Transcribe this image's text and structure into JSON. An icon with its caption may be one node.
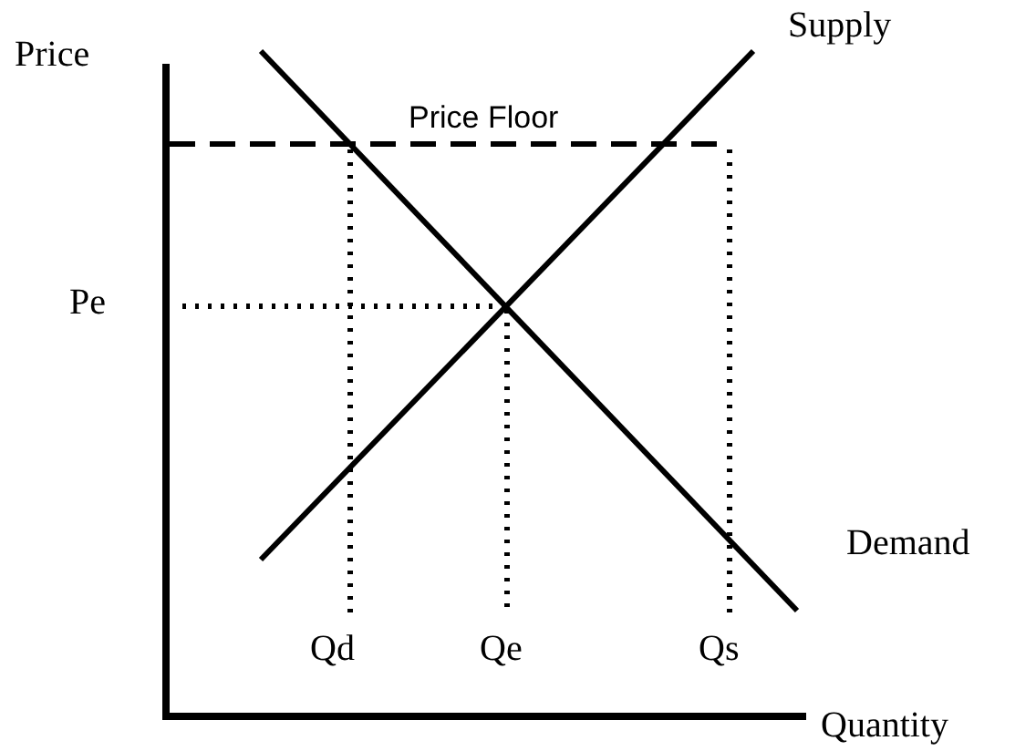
{
  "diagram": {
    "labels": [
      "Price",
      "Supply",
      "Price Floor",
      "Pe",
      "Demand",
      "Qd",
      "Qe",
      "Qs",
      "Quantity"
    ]
  }
}
